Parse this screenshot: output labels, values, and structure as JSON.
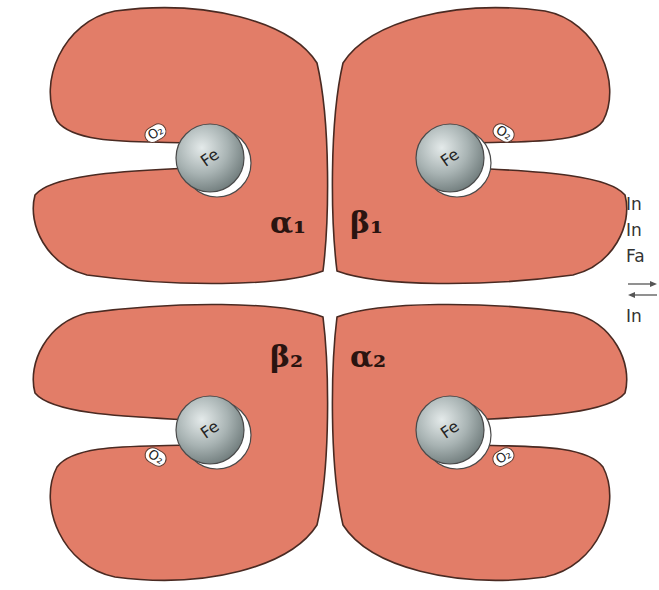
{
  "diagram": {
    "nodes": [
      {
        "text": [
          "α₁"
        ]
      },
      {
        "text": [
          "Fe"
        ],
        "in": 0
      },
      {
        "text": [
          "β₁"
        ]
      },
      {
        "text": [
          "Fe"
        ],
        "in": 2
      },
      {
        "text": [
          "β₂"
        ]
      },
      {
        "text": [
          "Fe"
        ],
        "in": 4
      },
      {
        "text": [
          "α₂"
        ]
      },
      {
        "text": [
          "Fe"
        ],
        "in": 6
      }
    ],
    "labels": [
      "O₂",
      "O₂",
      "In",
      "In",
      "Fa",
      "In",
      "O₂",
      "O₂"
    ]
  }
}
